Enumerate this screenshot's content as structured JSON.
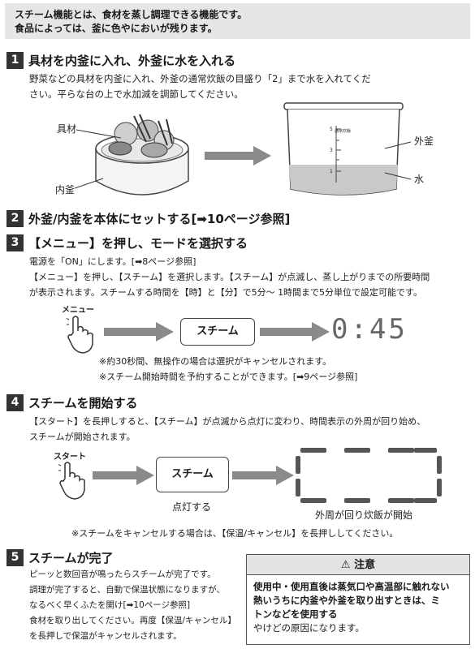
{
  "intro": {
    "line1": "スチーム機能とは、食材を蒸し調理できる機能です。",
    "line2": "食品によっては、釜に色やにおいが残ります。"
  },
  "step1": {
    "num": "1",
    "title": "具材を内釜に入れ、外釜に水を入れる",
    "text1": "野菜などの具材を内釜に入れ、外釜の通常炊飯の目盛り「2」まで水を入れてくだ",
    "text2": "さい。平らな台の上で水加減を調節してください。",
    "label_ingredients": "具材",
    "label_inner": "内釜",
    "label_outer": "外釜",
    "label_water": "水",
    "scale_title": "通常炊飯",
    "scale_5": "5",
    "scale_3": "3",
    "scale_1": "1"
  },
  "step2": {
    "num": "2",
    "title": "外釜/内釜を本体にセットする[➡10ページ参照]"
  },
  "step3": {
    "num": "3",
    "title": "【メニュー】を押し、モードを選択する",
    "text1": "電源を「ON」にします。[➡8ページ参照]",
    "text2": "【メニュー】を押し、【スチーム】を選択します。【スチーム】が点滅し、蒸し上がりまでの所要時間",
    "text3": "が表示されます。スチームする時間を【時】と【分】で5分～ 1時間まで5分単位で設定可能です。",
    "button_label": "メニュー",
    "display_mode": "スチーム",
    "time_display": "0:45",
    "note1": "※約30秒間、無操作の場合は選択がキャンセルされます。",
    "note2": "※スチーム開始時間を予約することができます。[➡9ページ参照]"
  },
  "step4": {
    "num": "4",
    "title": "スチームを開始する",
    "text1": "【スタート】を長押しすると、【スチーム】が点滅から点灯に変わり、時間表示の外周が回り始め、",
    "text2": "スチームが開始されます。",
    "button_label": "スタート",
    "display_mode": "スチーム",
    "lit_label": "点灯する",
    "ring_label": "外周が回り炊飯が開始",
    "cancel_note": "※スチームをキャンセルする場合は、【保温/キャンセル】を長押ししてください。"
  },
  "step5": {
    "num": "5",
    "title": "スチームが完了",
    "lines": [
      "ピーッと数回音が鳴ったらスチームが完了です。",
      "調理が完了すると、自動で保温状態になりますが、",
      "なるべく早くふたを開け[➡10ページ参照]",
      "食材を取り出してください。再度【保温/キャンセル】",
      "を長押しで保温がキャンセルされます。"
    ]
  },
  "caution": {
    "title": "注意",
    "line1": "使用中・使用直後は蒸気口や高温部に触れない",
    "line2": "熱いうちに内釜や外釜を取り出すときは、ミ",
    "line3": "トンなどを使用する",
    "line4": "やけどの原因になります。"
  },
  "icons": [
    "hand-press-icon",
    "right-arrow-icon",
    "warning-icon"
  ]
}
